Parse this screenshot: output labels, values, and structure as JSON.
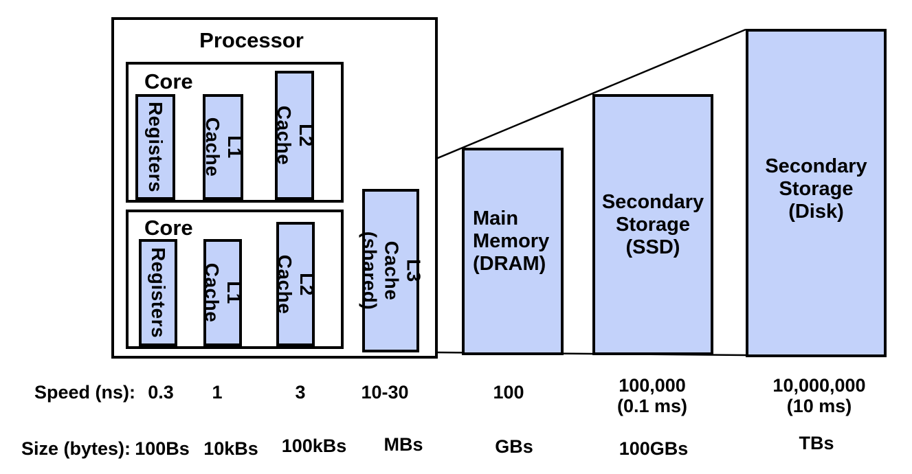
{
  "colors": {
    "bar_fill": "#C3D2FA",
    "line": "#000000",
    "background": "#FFFFFF"
  },
  "processor": {
    "title": "Processor",
    "cores": [
      {
        "label": "Core",
        "bars": {
          "registers": "Registers",
          "l1": "L1 Cache",
          "l2": "L2 Cache"
        }
      },
      {
        "label": "Core",
        "bars": {
          "registers": "Registers",
          "l1": "L1 Cache",
          "l2": "L2 Cache"
        }
      }
    ],
    "l3_label": "L3 Cache\n(shared)"
  },
  "memories": {
    "dram": "Main\nMemory\n(DRAM)",
    "ssd": "Secondary\nStorage\n(SSD)",
    "disk": "Secondary\nStorage\n(Disk)"
  },
  "speed": {
    "label": "Speed (ns):",
    "values": [
      "0.3",
      "1",
      "3",
      "10-30",
      "100",
      "100,000\n(0.1 ms)",
      "10,000,000\n(10 ms)"
    ]
  },
  "size": {
    "label": "Size (bytes):",
    "values": [
      "100Bs",
      "10kBs",
      "100kBs",
      "MBs",
      "GBs",
      "100GBs",
      "TBs"
    ]
  }
}
